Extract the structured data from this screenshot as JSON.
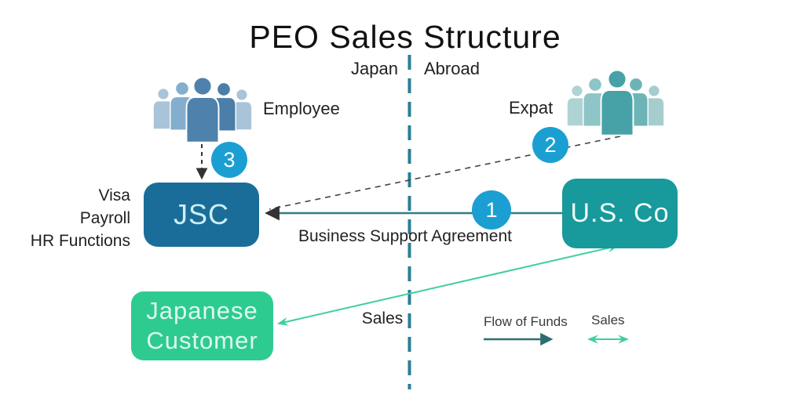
{
  "title": "PEO Sales Structure",
  "divider": {
    "left_label": "Japan",
    "right_label": "Abroad",
    "color": "#2b7e95"
  },
  "people": {
    "employee": {
      "label": "Employee",
      "colors": [
        "#a9c4d9",
        "#84aecd",
        "#4e81ab",
        "#4b7ea8",
        "#a9c4d9"
      ]
    },
    "expat": {
      "label": "Expat",
      "colors": [
        "#aed3d4",
        "#8ec5c7",
        "#46a2a6",
        "#6db4b6",
        "#a5cdce"
      ]
    }
  },
  "boxes": {
    "jsc": {
      "label": "JSC",
      "fill": "#1b6d99"
    },
    "us_co": {
      "label": "U.S. Co",
      "fill": "#18999b"
    },
    "japanese_customer": {
      "line1": "Japanese",
      "line2": "Customer",
      "fill": "#2ecb90"
    }
  },
  "side_note": {
    "line1": "Visa",
    "line2": "Payroll",
    "line3": "HR Functions"
  },
  "badges": {
    "b1": "1",
    "b2": "2",
    "b3": "3",
    "fill": "#1b9fd2"
  },
  "labels": {
    "business_support_agreement": "Business Support Agreement",
    "sales": "Sales"
  },
  "legend": {
    "flow_of_funds": {
      "label": "Flow of Funds",
      "color": "#2c6e70"
    },
    "sales": {
      "label": "Sales",
      "color": "#3ecf9e"
    }
  },
  "colors": {
    "flow_line": "#2c7f84",
    "sales_line": "#3ecf9e",
    "dashed_line": "#3a3a3a"
  }
}
